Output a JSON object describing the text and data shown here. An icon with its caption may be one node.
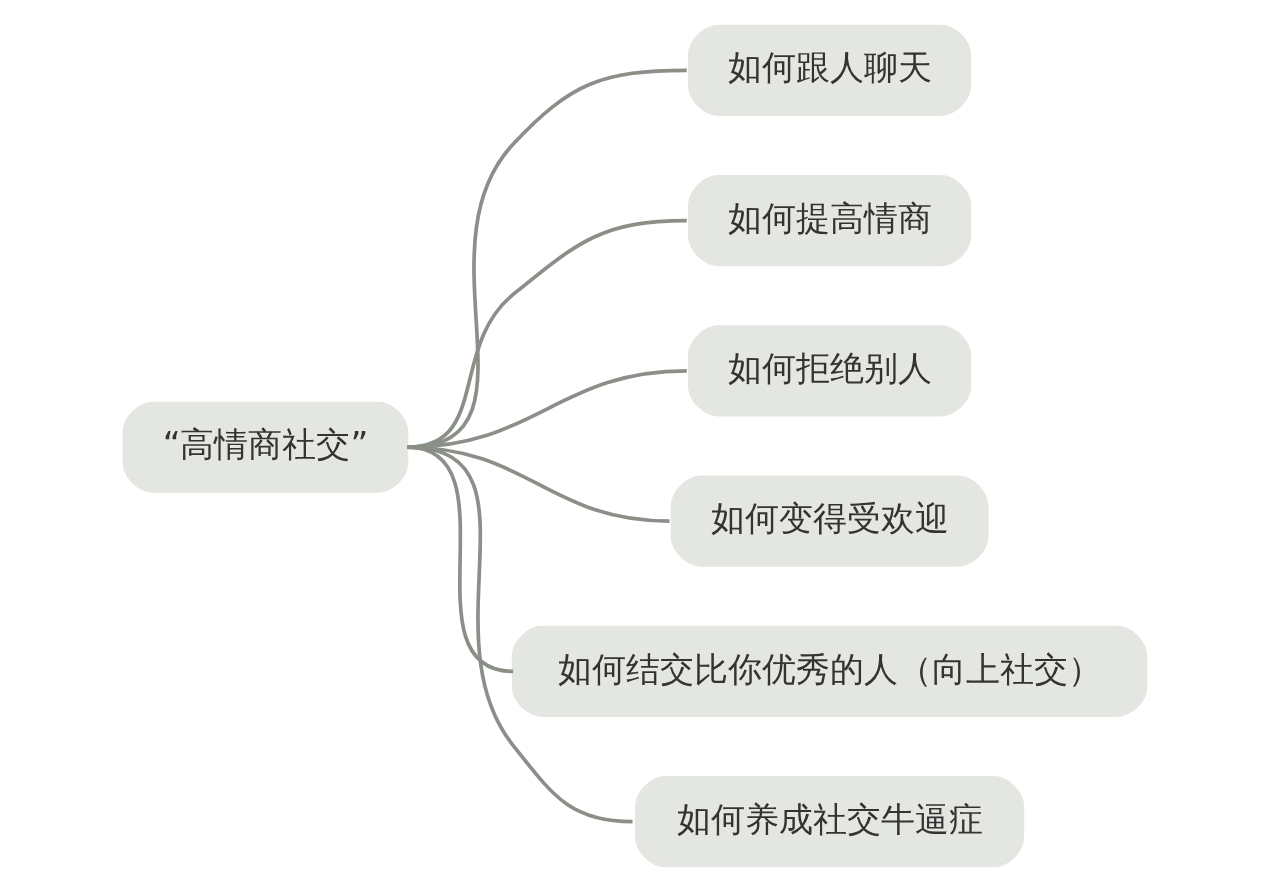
{
  "diagram": {
    "nodes": [
      {
        "text": [
          "“高情商社交”"
        ]
      },
      {
        "text": [
          "如何跟人聊天"
        ]
      },
      {
        "text": [
          "如何提高情商"
        ]
      },
      {
        "text": [
          "如何拒绝别人"
        ]
      },
      {
        "text": [
          "如何变得受欢迎"
        ]
      },
      {
        "text": [
          "如何结交比你优秀的人（向上社交）"
        ]
      },
      {
        "text": [
          "如何养成社交牛逼症"
        ]
      }
    ],
    "edges": [
      {
        "from": 0,
        "to": 1,
        "arrow": "none"
      },
      {
        "from": 0,
        "to": 2,
        "arrow": "none"
      },
      {
        "from": 0,
        "to": 3,
        "arrow": "none"
      },
      {
        "from": 0,
        "to": 4,
        "arrow": "none"
      },
      {
        "from": 0,
        "to": 5,
        "arrow": "none"
      },
      {
        "from": 0,
        "to": 6,
        "arrow": "none"
      }
    ]
  }
}
